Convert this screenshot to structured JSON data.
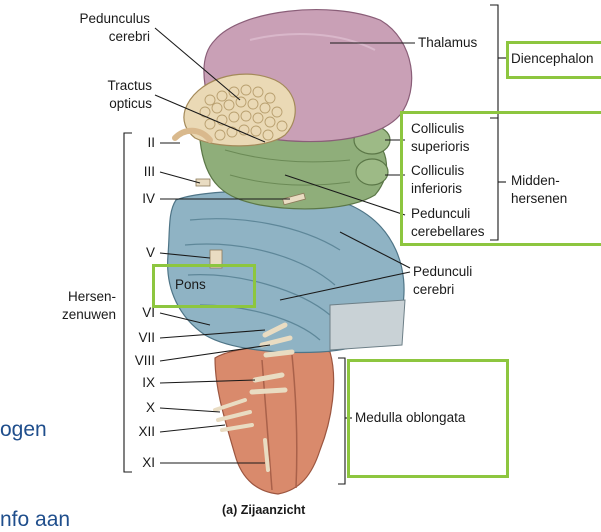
{
  "labels": {
    "pedunculus_cerebri_1": "Pedunculus",
    "pedunculus_cerebri_2": "cerebri",
    "tractus_opticus_1": "Tractus",
    "tractus_opticus_2": "opticus",
    "thalamus": "Thalamus",
    "diencephalon": "Diencephalon",
    "colliculis_superioris_1": "Colliculis",
    "colliculis_superioris_2": "superioris",
    "colliculis_inferioris_1": "Colliculis",
    "colliculis_inferioris_2": "inferioris",
    "pedunculi_cerebellares_1": "Pedunculi",
    "pedunculi_cerebellares_2": "cerebellares",
    "middenhersenen_1": "Midden-",
    "middenhersenen_2": "hersenen",
    "pedunculi_cerebri_1": "Pedunculi",
    "pedunculi_cerebri_2": "cerebri",
    "pons": "Pons",
    "hersenzenuwen_1": "Hersen-",
    "hersenzenuwen_2": "zenuwen",
    "medulla_oblongata": "Medulla oblongata",
    "caption": "(a) Zijaanzicht"
  },
  "cranial_nerves": [
    "II",
    "III",
    "IV",
    "V",
    "VI",
    "VII",
    "VIII",
    "IX",
    "X",
    "XII",
    "XI"
  ],
  "background_text": {
    "line1": "ogen",
    "line2": "nfo aan"
  },
  "colors": {
    "highlight_box": "#8dc63f",
    "thalamus": "#c9a0b6",
    "midbrain": "#8fae7a",
    "pons": "#8fb3c4",
    "medulla": "#d98a6c",
    "optic": "#ead9b5"
  }
}
